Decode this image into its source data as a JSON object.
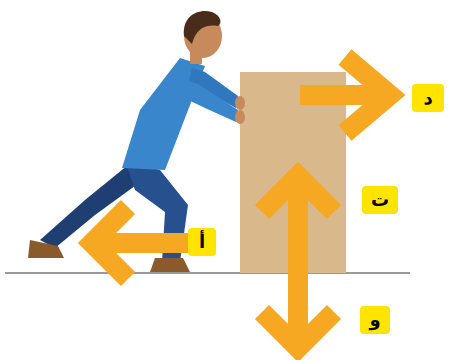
{
  "diagram": {
    "labels": [
      "د",
      "ت",
      "أ",
      "و"
    ]
  }
}
